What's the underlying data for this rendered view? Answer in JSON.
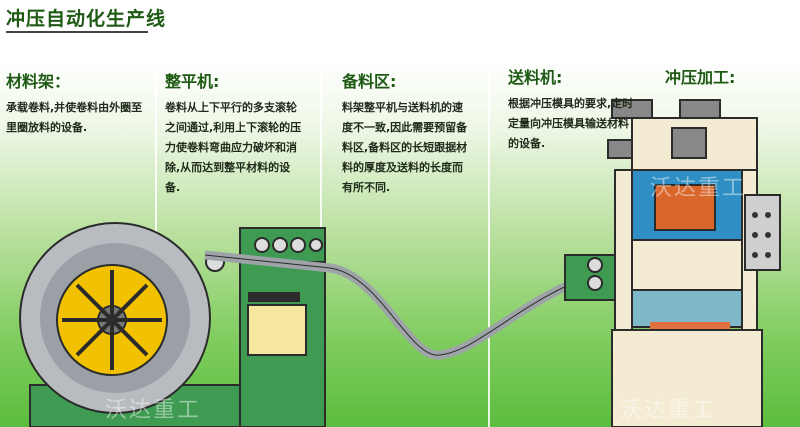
{
  "title": "冲压自动化生产线",
  "sections": [
    {
      "heading": "材料架：",
      "text": "承载卷料,并使卷料由外圈至里圈放料的设备."
    },
    {
      "heading": "整平机:",
      "text": "卷料从上下平行的多支滚轮之间通过,利用上下滚轮的压力使卷料弯曲应力破坏和消除,从而达到整平材料的设备."
    },
    {
      "heading": "备料区:",
      "text": "料架整平机与送料机的速度不一致,因此需要预留备料区,备料区的长短跟据材料的厚度及送料的长度而有所不同."
    },
    {
      "heading": "送料机:",
      "text": "根据冲压模具的要求,定时定量向冲压模具输送材料的设备."
    },
    {
      "heading": "冲压加工:"
    }
  ],
  "watermark": "沃达重工",
  "colors": {
    "machine_green": "#3f9a52",
    "coil_hub": "#f2c200",
    "press_body": "#f3ecd2",
    "background_green": "#5cbd3e"
  }
}
